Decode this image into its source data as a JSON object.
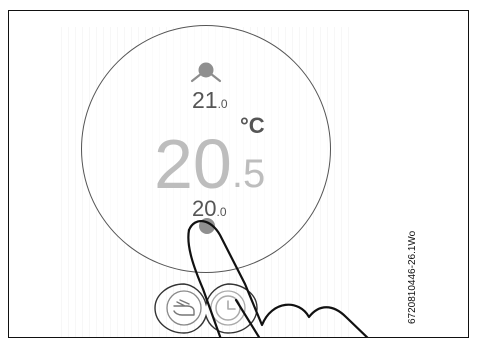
{
  "thermostat": {
    "upper_setpoint": {
      "value": "21",
      "decimal": ".0"
    },
    "current_temperature": {
      "value": "20",
      "decimal": ".5",
      "unit": "°C"
    },
    "lower_setpoint": {
      "value": "20",
      "decimal": ".0"
    }
  },
  "buttons": {
    "manual_icon": "hand-icon",
    "clock_icon": "clock-icon"
  },
  "figure_code": "6720810446-26.1Wo",
  "colors": {
    "primary_text": "#555555",
    "main_temperature": "#BDBDBD",
    "knob": "#8F8F8F",
    "line": "#111111"
  }
}
